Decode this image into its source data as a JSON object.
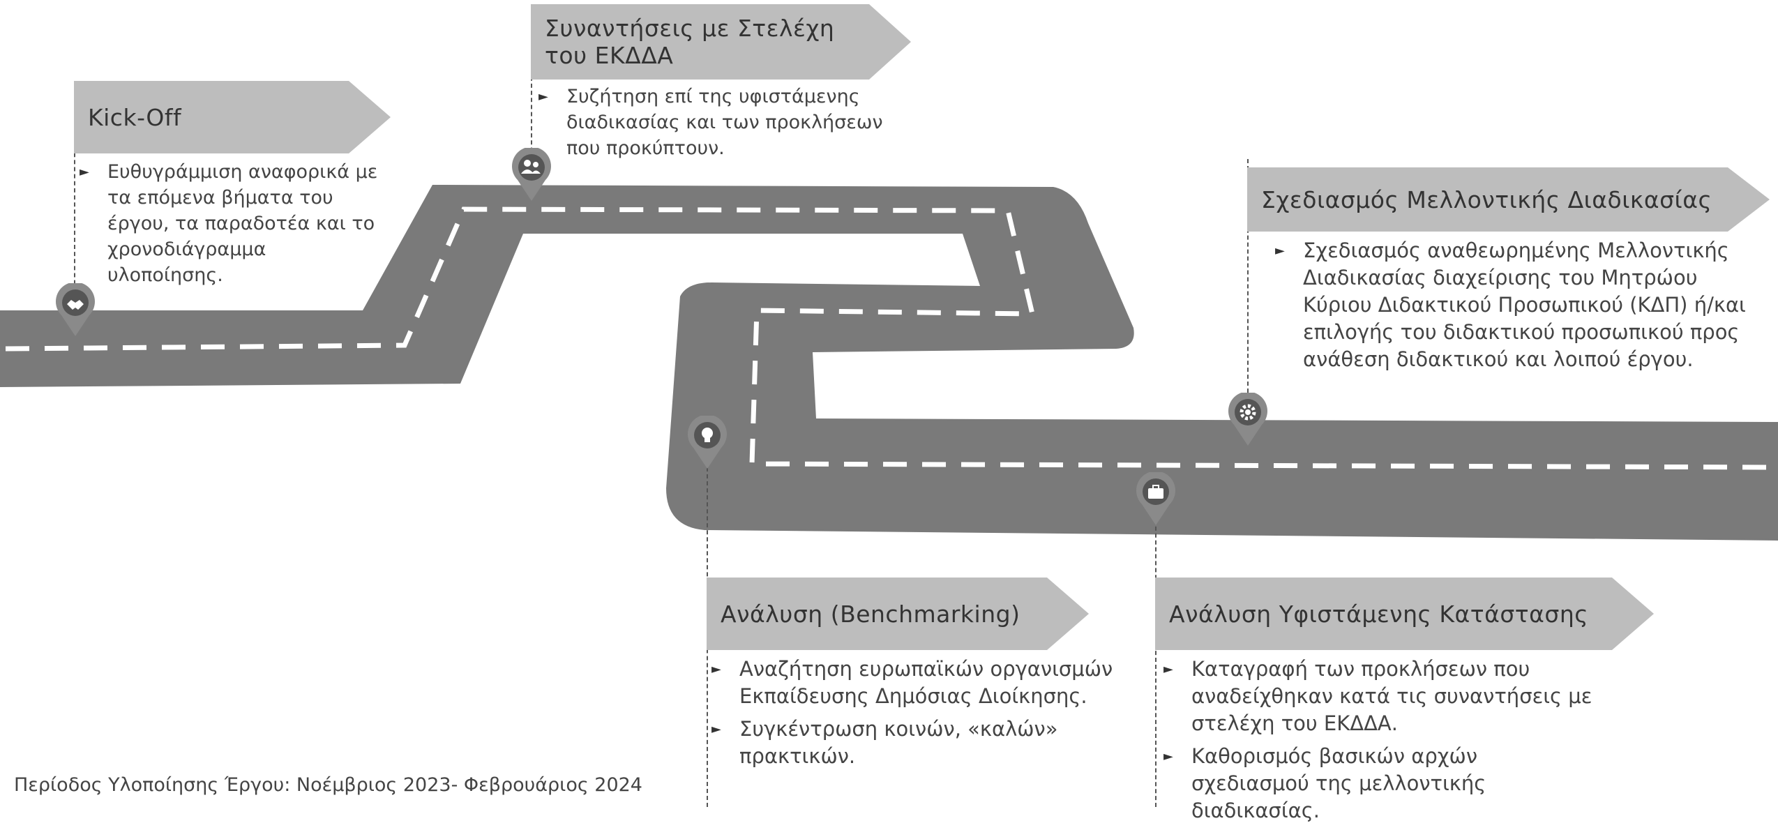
{
  "milestones": [
    {
      "id": "kickoff",
      "title": "Kick-Off",
      "icon": "handshake-icon",
      "bullets": [
        "Ευθυγράμμιση αναφορικά με τα επόμενα βήματα του έργου, τα παραδοτέα και το χρονοδιάγραμμα υλοποίησης."
      ]
    },
    {
      "id": "meetings",
      "title_lines": [
        "Συναντήσεις με Στελέχη",
        "του ΕΚΔΔΑ"
      ],
      "icon": "people-icon",
      "bullets": [
        "Συζήτηση επί της υφιστάμενης διαδικασίας και των προκλήσεων που προκύπτουν."
      ]
    },
    {
      "id": "benchmarking",
      "title": "Ανάλυση (Benchmarking)",
      "icon": "lightbulb-icon",
      "bullets": [
        "Αναζήτηση ευρωπαϊκών οργανισμών Εκπαίδευσης Δημόσιας Διοίκησης.",
        "Συγκέντρωση κοινών, «καλών» πρακτικών."
      ]
    },
    {
      "id": "current",
      "title": "Ανάλυση Υφιστάμενης Κατάστασης",
      "icon": "briefcase-icon",
      "bullets": [
        "Καταγραφή των προκλήσεων που αναδείχθηκαν κατά τις συναντήσεις με στελέχη του ΕΚΔΔΑ.",
        "Καθορισμός βασικών αρχών σχεδιασμού της μελλοντικής διαδικασίας."
      ]
    },
    {
      "id": "future",
      "title": "Σχεδιασμός Μελλοντικής Διαδικασίας",
      "icon": "gear-icon",
      "bullets": [
        "Σχεδιασμός αναθεωρημένης Μελλοντικής Διαδικασίας διαχείρισης του Μητρώου Κύριου Διδακτικού Προσωπικού (ΚΔΠ) ή/και επιλογής του διδακτικού προσωπικού προς ανάθεση διδακτικού και λοιπού έργου."
      ]
    }
  ],
  "footer": "Περίοδος Υλοποίησης Έργου: Νοέμβριος 2023- Φεβρουάριος 2024",
  "colors": {
    "road": "#7a7a7a",
    "flag": "#bdbdbd",
    "pin": "#8a8a8a",
    "dash": "#ffffff"
  }
}
